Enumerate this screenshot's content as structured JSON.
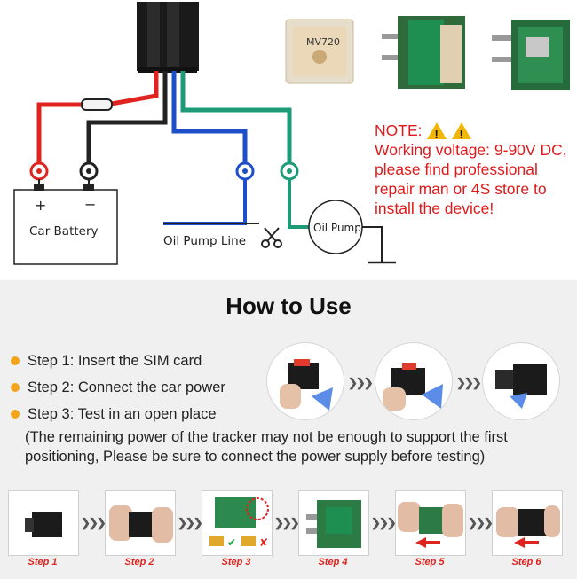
{
  "diagram": {
    "battery_label": "Car Battery",
    "plus": "+",
    "minus": "−",
    "pump_line_label": "Oil Pump Line",
    "oil_pump_label": "Oil Pump",
    "module_label": "MV720"
  },
  "note": {
    "heading": "NOTE:",
    "line1": "Working voltage: 9-90V DC,",
    "line2": "please find professional",
    "line3": "repair man or 4S store to",
    "line4": "install the device!"
  },
  "how_to": {
    "title": "How to Use",
    "steps": [
      "Step 1: Insert the SIM card",
      "Step 2: Connect the car power",
      "Step 3: Test in an open place"
    ],
    "para_line1": "(The remaining power of the tracker may not be enough to support the first",
    "para_line2": "positioning, Please be sure to connect the power supply before testing)"
  },
  "strip": {
    "captions": [
      "Step 1",
      "Step 2",
      "Step 3",
      "Step 4",
      "Step 5",
      "Step 6"
    ]
  },
  "colors": {
    "red_wire": "#e0231e",
    "black_wire": "#222222",
    "blue_wire": "#1f4fc8",
    "green_wire": "#1d9a78",
    "note_red": "#e01a1a",
    "bullet": "#f2a51a",
    "warning": "#f2b705"
  }
}
